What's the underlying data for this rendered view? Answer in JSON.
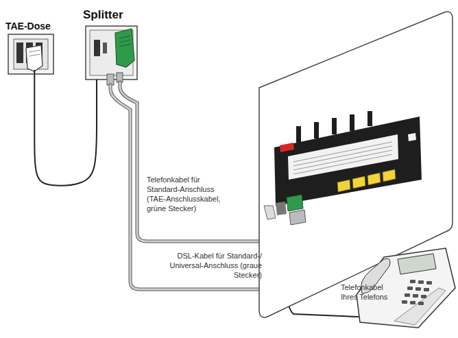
{
  "diagram": {
    "nodes": [
      {
        "text": [
          "TAE-Dose"
        ]
      },
      {
        "text": [
          "Splitter"
        ]
      }
    ],
    "edges": [
      {
        "from": 0,
        "to": 1,
        "arrow": "none"
      }
    ],
    "labels": [
      "Telefonkabel für Standard-Anschluss (TAE-Anschlusskabel, grüne Stecker)",
      "DSL-Kabel für Standard-/ Universal-Anschluss (graue Stecker)",
      "Telefonkabel Ihres Telefons"
    ]
  }
}
